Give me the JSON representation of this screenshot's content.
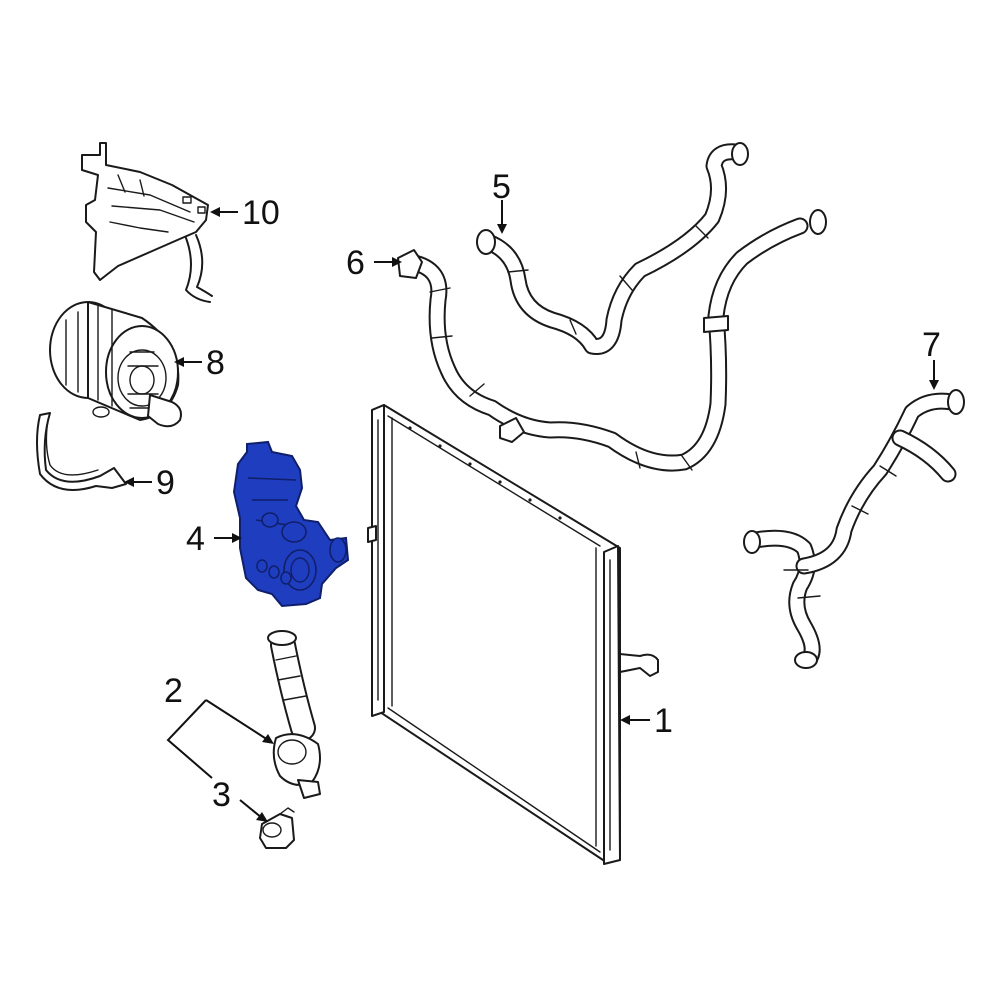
{
  "diagram": {
    "highlight_color": "#1f3dbf",
    "line_color": "#1a1a1a",
    "background": "#ffffff",
    "callouts": [
      {
        "id": "c1",
        "label": "1"
      },
      {
        "id": "c2",
        "label": "2"
      },
      {
        "id": "c3",
        "label": "3"
      },
      {
        "id": "c4",
        "label": "4"
      },
      {
        "id": "c5",
        "label": "5"
      },
      {
        "id": "c6",
        "label": "6"
      },
      {
        "id": "c7",
        "label": "7"
      },
      {
        "id": "c8",
        "label": "8"
      },
      {
        "id": "c9",
        "label": "9"
      },
      {
        "id": "c10",
        "label": "10"
      }
    ],
    "highlighted_part": "4"
  }
}
